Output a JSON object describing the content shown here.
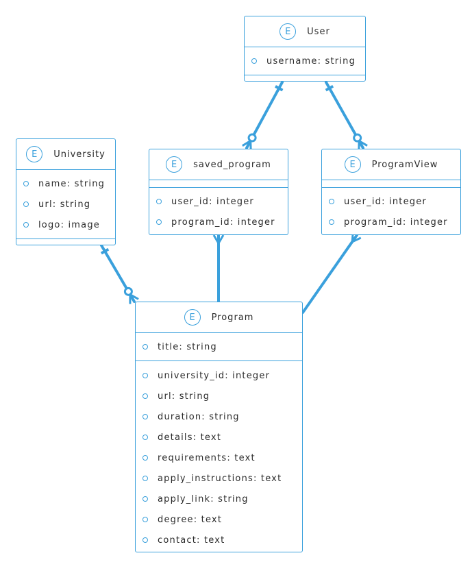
{
  "accent_color": "#3aa0dc",
  "entity_badge": "E",
  "entities": [
    {
      "id": "user",
      "name": "User",
      "sections": [
        [
          "username: string"
        ]
      ]
    },
    {
      "id": "university",
      "name": "University",
      "sections": [
        [
          "name: string",
          "url: string",
          "logo: image"
        ]
      ]
    },
    {
      "id": "saved_program",
      "name": "saved_program",
      "sections": [
        [],
        [
          "user_id: integer",
          "program_id: integer"
        ]
      ]
    },
    {
      "id": "programview",
      "name": "ProgramView",
      "sections": [
        [],
        [
          "user_id: integer",
          "program_id: integer"
        ]
      ]
    },
    {
      "id": "program",
      "name": "Program",
      "sections": [
        [
          "title: string"
        ],
        [
          "university_id: integer",
          "url: string",
          "duration: string",
          "details: text",
          "requirements: text",
          "apply_instructions: text",
          "apply_link: string",
          "degree: text",
          "contact: text"
        ]
      ]
    }
  ],
  "relationships": [
    {
      "from": "user",
      "to": "saved_program",
      "from_card": "exactly-one",
      "to_card": "zero-or-many"
    },
    {
      "from": "user",
      "to": "programview",
      "from_card": "exactly-one",
      "to_card": "zero-or-many"
    },
    {
      "from": "university",
      "to": "program",
      "from_card": "exactly-one",
      "to_card": "zero-or-many"
    },
    {
      "from": "saved_program",
      "to": "program",
      "from_card": "many",
      "to_card": "none"
    },
    {
      "from": "programview",
      "to": "program",
      "from_card": "many",
      "to_card": "none"
    }
  ]
}
